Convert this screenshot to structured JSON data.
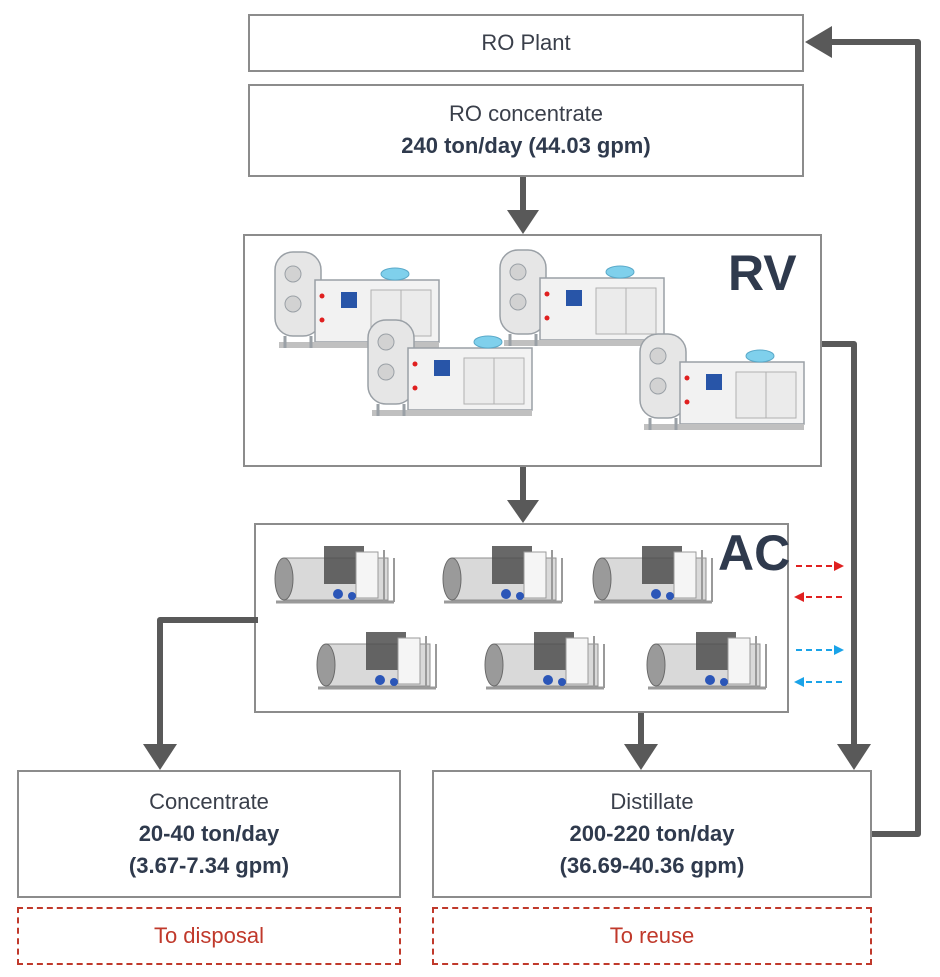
{
  "ro_plant": {
    "label": "RO Plant"
  },
  "ro_concentrate": {
    "label": "RO concentrate",
    "value": "240 ton/day (44.03 gpm)"
  },
  "rv": {
    "label": "RV",
    "unit_icons": [
      "vacuum-evaporator-unit-icon",
      "vacuum-evaporator-unit-icon",
      "vacuum-evaporator-unit-icon",
      "vacuum-evaporator-unit-icon"
    ]
  },
  "ac": {
    "label": "AC",
    "unit_icons": [
      "atmospheric-concentrator-unit-icon",
      "atmospheric-concentrator-unit-icon",
      "atmospheric-concentrator-unit-icon",
      "atmospheric-concentrator-unit-icon",
      "atmospheric-concentrator-unit-icon",
      "atmospheric-concentrator-unit-icon"
    ]
  },
  "concentrate": {
    "label": "Concentrate",
    "value1": "20-40 ton/day",
    "value2": "(3.67-7.34 gpm)"
  },
  "distillate": {
    "label": "Distillate",
    "value1": "200-220 ton/day",
    "value2": "(36.69-40.36 gpm)"
  },
  "to_disposal": {
    "label": "To disposal"
  },
  "to_reuse": {
    "label": "To reuse"
  },
  "colors": {
    "arrow": "#595959",
    "border": "#8c8c8c",
    "hot": "#e02020",
    "cold": "#1aa3e8",
    "dashed": "#c0392b",
    "text_bold": "#2f3a4d"
  }
}
